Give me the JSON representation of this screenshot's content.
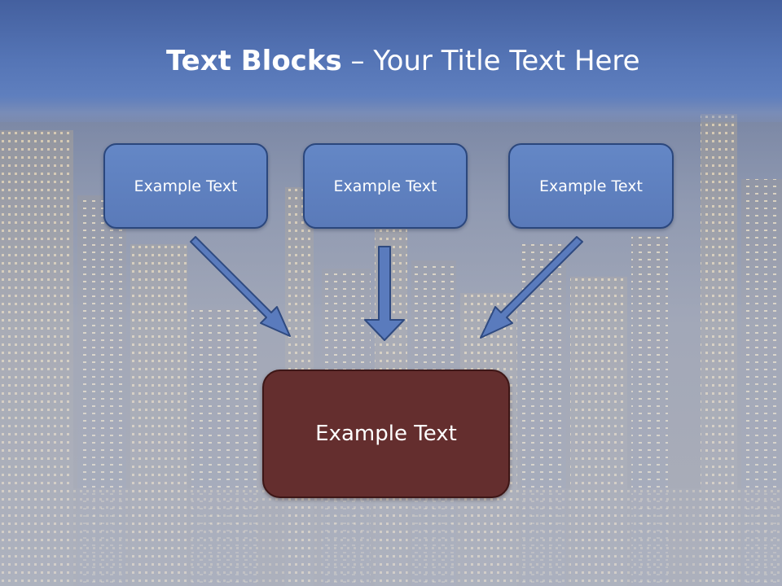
{
  "slide": {
    "title_bold": "Text Blocks",
    "title_sep": " – ",
    "title_rest": "Your Title Text Here"
  },
  "blocks": [
    {
      "label": "Example Text"
    },
    {
      "label": "Example Text"
    },
    {
      "label": "Example Text"
    }
  ],
  "target": {
    "label": "Example Text"
  },
  "colors": {
    "title_band": "#5575b6",
    "small_box_fill": "#5f82c2",
    "small_box_border": "#2b477d",
    "big_box_fill": "#642e2e",
    "arrow_fill": "#5a7bbd",
    "arrow_stroke": "#2f4a80"
  }
}
